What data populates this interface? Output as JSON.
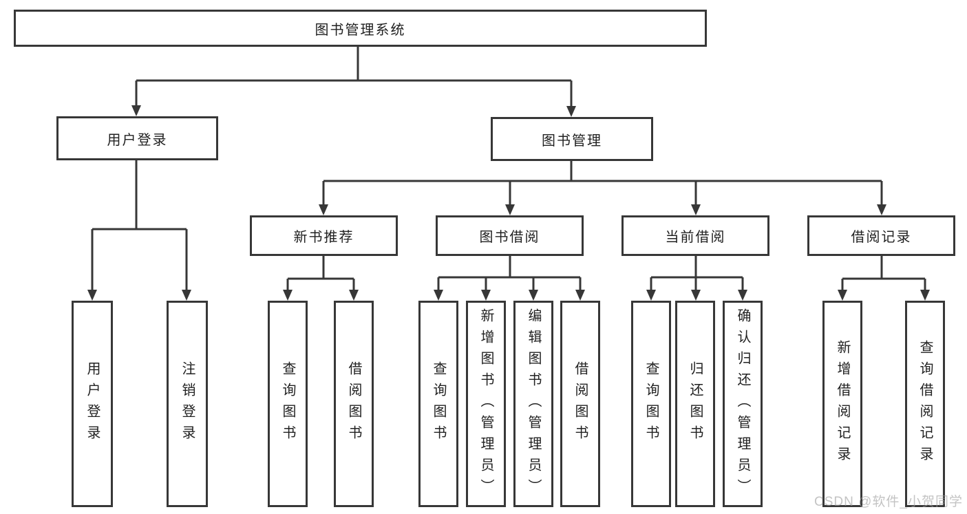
{
  "diagram": {
    "root": {
      "label": "图书管理系统"
    },
    "branches": [
      {
        "label": "用户登录",
        "children": [
          {
            "label": "用户登录"
          },
          {
            "label": "注销登录"
          }
        ]
      },
      {
        "label": "图书管理",
        "children": [
          {
            "label": "新书推荐",
            "children": [
              {
                "label": "查询图书"
              },
              {
                "label": "借阅图书"
              }
            ]
          },
          {
            "label": "图书借阅",
            "children": [
              {
                "label": "查询图书"
              },
              {
                "label": "新增图书（管理员）"
              },
              {
                "label": "编辑图书（管理员）"
              },
              {
                "label": "借阅图书"
              }
            ]
          },
          {
            "label": "当前借阅",
            "children": [
              {
                "label": "查询图书"
              },
              {
                "label": "归还图书"
              },
              {
                "label": "确认归还（管理员）"
              }
            ]
          },
          {
            "label": "借阅记录",
            "children": [
              {
                "label": "新增借阅记录"
              },
              {
                "label": "查询借阅记录"
              }
            ]
          }
        ]
      }
    ]
  },
  "watermark": {
    "text": "CSDN @软件_小贺同学"
  },
  "colors": {
    "line": "#373737",
    "box_border": "#373737",
    "text": "#212121",
    "watermark": "#c4c4c4",
    "background": "#ffffff"
  }
}
